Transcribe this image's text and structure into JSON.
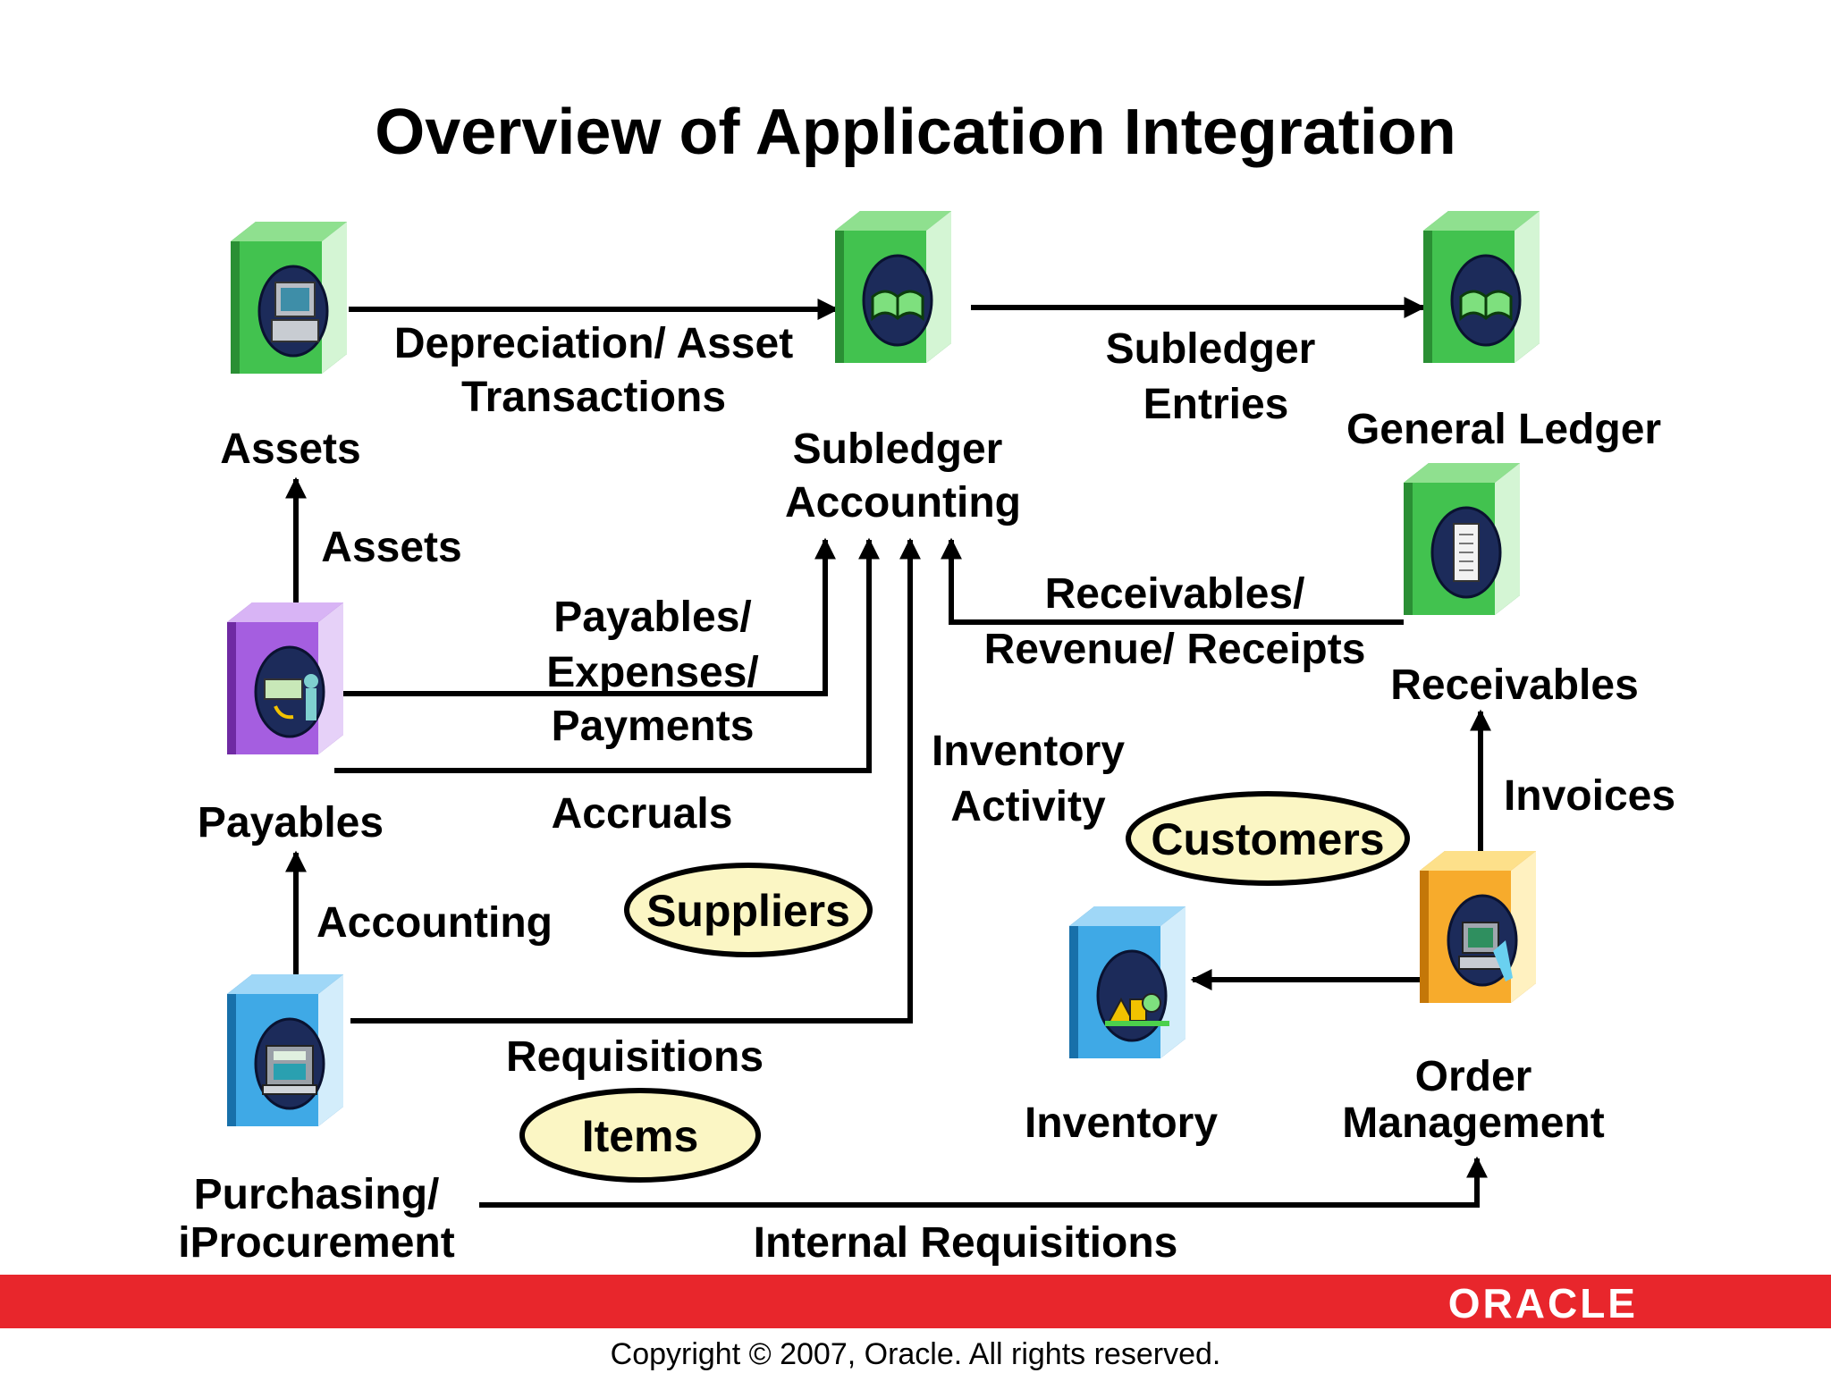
{
  "title": "Overview of Application Integration",
  "modules": {
    "assets": "Assets",
    "subledger_line1": "Subledger",
    "subledger_line2": "Accounting",
    "general_ledger": "General Ledger",
    "receivables": "Receivables",
    "payables": "Payables",
    "purchasing_line1": "Purchasing/",
    "purchasing_line2": "iProcurement",
    "inventory": "Inventory",
    "order_line1": "Order",
    "order_line2": "Management"
  },
  "flows": {
    "depreciation_line1": "Depreciation/ Asset",
    "depreciation_line2": "Transactions",
    "subledger_entries_line1": "Subledger",
    "subledger_entries_line2": "Entries",
    "assets_flow": "Assets",
    "payables_line1": "Payables/",
    "payables_line2": "Expenses/",
    "payables_line3": "Payments",
    "receivables_line1": "Receivables/",
    "receivables_line2": "Revenue/ Receipts",
    "inventory_activity_line1": "Inventory",
    "inventory_activity_line2": "Activity",
    "accruals": "Accruals",
    "invoices": "Invoices",
    "accounting": "Accounting",
    "requisitions": "Requisitions",
    "internal_requisitions": "Internal Requisitions"
  },
  "shared_entities": {
    "customers": "Customers",
    "suppliers": "Suppliers",
    "items": "Items"
  },
  "footer": {
    "brand": "ORACLE",
    "copyright": "Copyright © 2007, Oracle. All rights reserved."
  },
  "colors": {
    "green_module": "#3cb84a",
    "purple_module": "#a35ad8",
    "blue_module": "#3aa6e0",
    "orange_module": "#f5a623",
    "oval_fill": "#fbf6c4",
    "banner": "#e8262c"
  }
}
